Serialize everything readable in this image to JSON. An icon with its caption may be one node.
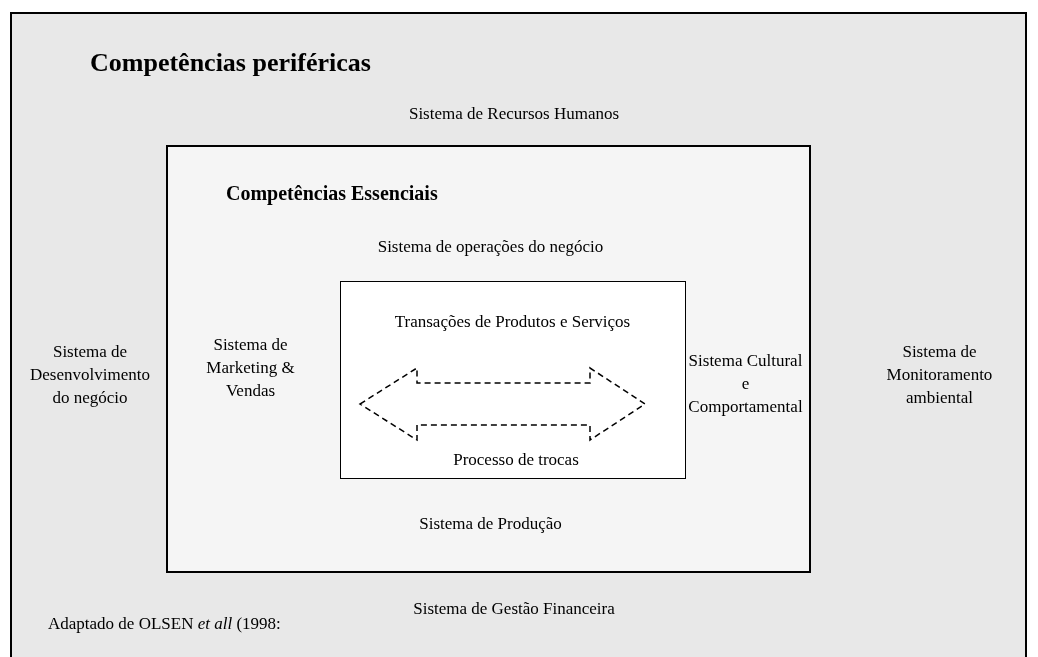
{
  "diagram": {
    "nodes": [
      {
        "text": [
          "Competências periféricas",
          "Sistema de Recursos Humanos",
          "Sistema de Desenvolvimento do negócio",
          "Sistema de Monitoramento ambiental",
          "Sistema de Gestão Financeira"
        ]
      },
      {
        "text": [
          "Competências Essenciais",
          "Sistema de operações do negócio",
          "Sistema de Marketing & Vendas",
          "Sistema Cultural e Comportamental",
          "Sistema de Produção"
        ],
        "in": 0
      },
      {
        "text": [
          "Transações de Produtos e Serviços",
          "Processo de trocas"
        ],
        "in": 1
      }
    ],
    "edges": [],
    "labels": [
      "Adaptado de OLSEN *et all* (1998:"
    ]
  }
}
